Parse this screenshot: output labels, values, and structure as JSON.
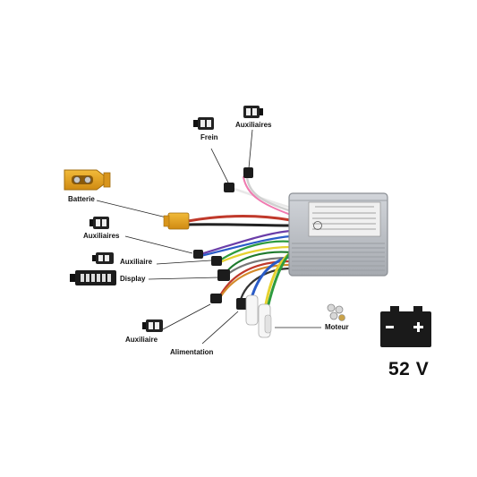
{
  "labels": {
    "frein": "Frein",
    "auxiliaires_top": "Auxiliaires",
    "batterie": "Batterie",
    "auxiliaires_left": "Auxiliaires",
    "auxiliaire_mid": "Auxiliaire",
    "display": "Display",
    "auxiliaire_bottom": "Auxiliaire",
    "alimentation": "Alimentation",
    "moteur": "Moteur"
  },
  "voltage": "52 V",
  "colors": {
    "background": "#ffffff",
    "controller": "#b8bcc2",
    "battery_connector": "#e0a21c",
    "connector_black": "#1c1c1c",
    "battery_icon": "#1a1a1a"
  }
}
